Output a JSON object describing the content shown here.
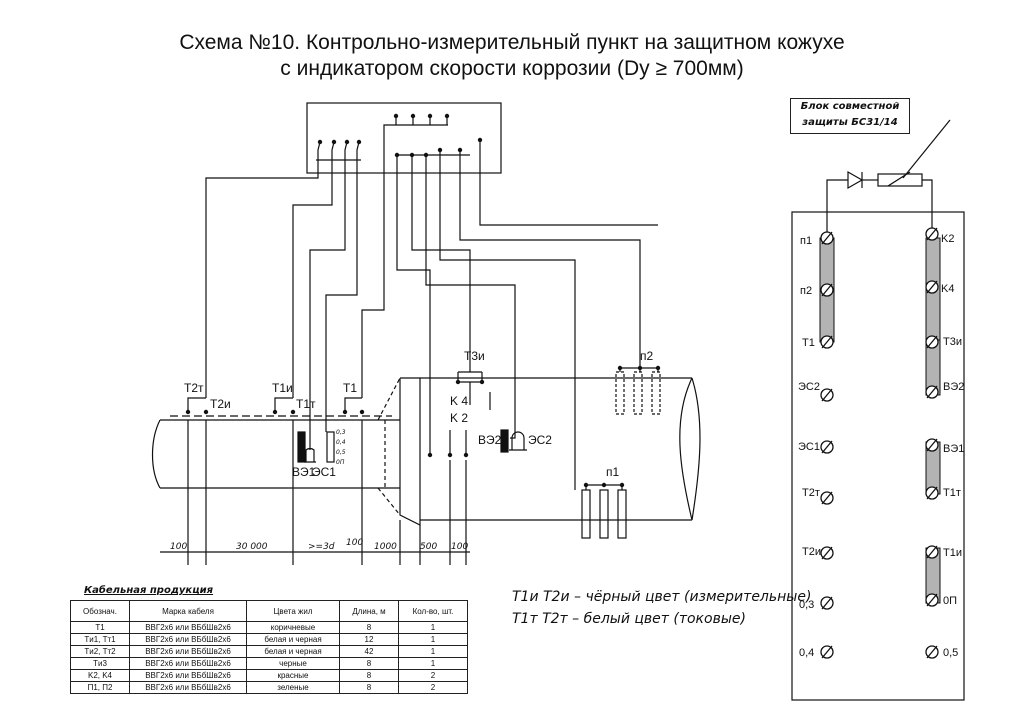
{
  "title": {
    "line1": "Схема №10. Контрольно-измерительный пункт на защитном кожухе",
    "line2": "с индикатором скорости  коррозии (Dy ≥ 700мм)"
  },
  "block_label": "Блок совместной защиты БС31/14",
  "diagram_labels": {
    "t2_current": "T2т",
    "t2_measure": "T2и",
    "t1_measure": "T1и",
    "t1_current": "T1т",
    "t1": "T1",
    "t3": "T3и",
    "k4": "K 4",
    "k2": "K 2",
    "p1": "п1",
    "p2": "п2",
    "ve2": "ВЭ2",
    "es2": "ЭС2",
    "ve1": "ВЭ1",
    "es1": "ЭС1",
    "indicator_marks": [
      "0,3",
      "0,4",
      "0,5",
      "0П"
    ]
  },
  "dimensions": [
    "100",
    "30 000",
    ">=3d",
    "100",
    "1000",
    "500",
    "100"
  ],
  "terminal_block": {
    "left": [
      "п1",
      "п2",
      "T1",
      "ЭС2",
      "ЭС1",
      "T2т",
      "T2и",
      "0,3",
      "0,4"
    ],
    "right": [
      "K2",
      "K4",
      "T3и",
      "ВЭ2",
      "ВЭ1",
      "T1т",
      "T1и",
      "0П",
      "0,5"
    ]
  },
  "legend": {
    "line1": "T1и T2и  – чёрный цвет (измерительные)",
    "line2": "T1т T2т  – белый цвет (токовые)"
  },
  "cable_table": {
    "caption": "Кабельная продукция",
    "headers": [
      "Обознач.",
      "Марка кабеля",
      "Цвета жил",
      "Длина, м",
      "Кол-во, шт."
    ],
    "rows": [
      [
        "T1",
        "ВВГ2х6 или ВБбШв2х6",
        "коричневые",
        "8",
        "1"
      ],
      [
        "Tи1, Tт1",
        "ВВГ2х6 или ВБбШв2х6",
        "белая и черная",
        "12",
        "1"
      ],
      [
        "Tи2, Tт2",
        "ВВГ2х6 или ВБбШв2х6",
        "белая и черная",
        "42",
        "1"
      ],
      [
        "Tи3",
        "ВВГ2х6 или ВБбШв2х6",
        "черные",
        "8",
        "1"
      ],
      [
        "K2, K4",
        "ВВГ2х6 или ВБбШв2х6",
        "красные",
        "8",
        "2"
      ],
      [
        "П1, П2",
        "ВВГ2х6 или ВБбШв2х6",
        "зеленые",
        "8",
        "2"
      ]
    ]
  }
}
